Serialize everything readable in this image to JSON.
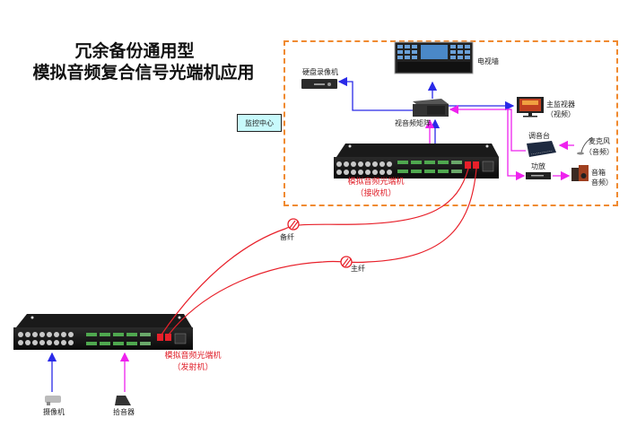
{
  "title": {
    "line1": "冗余备份通用型",
    "line2": "模拟音频复合信号光端机应用"
  },
  "monitoring_center": {
    "label": "监控中心"
  },
  "devices": {
    "dvr": "硬盘录像机",
    "video_wall": "电视墙",
    "av_matrix": "视音频矩阵",
    "main_monitor_line1": "主监视器",
    "main_monitor_line2": "（视频）",
    "mixer": "调音台",
    "microphone_line1": "麦克风",
    "microphone_line2": "（音频）",
    "amplifier": "功放",
    "speaker_line1": "音箱",
    "speaker_line2": "音频）",
    "receiver_line1": "模拟音频光端机",
    "receiver_line2": "（接收机）",
    "transmitter_line1": "模拟音频光端机",
    "transmitter_line2": "（发射机）",
    "camera": "摄像机",
    "pickup": "拾音器"
  },
  "fibers": {
    "backup": "备纤",
    "main": "主纤"
  },
  "colors": {
    "video_line": "#2a2ae8",
    "audio_line": "#ee22ee",
    "fiber_line": "#e8202a",
    "zone_border": "#f08a30",
    "center_box_fill": "#c8fafc"
  }
}
